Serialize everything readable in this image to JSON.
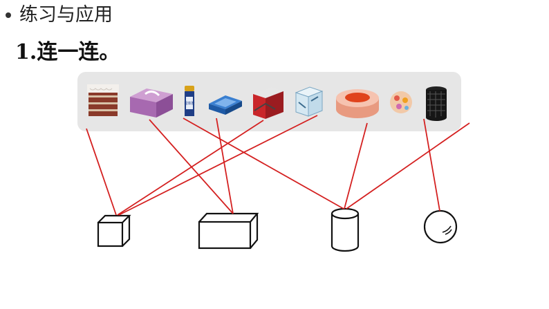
{
  "section": {
    "title": "练习与应用"
  },
  "exercise": {
    "title": "1.连一连。"
  },
  "objects": [
    {
      "name": "layered-cake-icon"
    },
    {
      "name": "tissue-box-icon"
    },
    {
      "name": "glue-stick-icon",
      "label": "固体胶"
    },
    {
      "name": "pencil-box-icon"
    },
    {
      "name": "gift-box-icon"
    },
    {
      "name": "transparent-cube-box-icon"
    },
    {
      "name": "adhesive-tape-roll-icon"
    },
    {
      "name": "flower-ball-icon"
    },
    {
      "name": "pen-holder-icon"
    }
  ],
  "shapes": [
    {
      "name": "cube-shape-icon"
    },
    {
      "name": "cuboid-shape-icon"
    },
    {
      "name": "cylinder-shape-icon"
    },
    {
      "name": "sphere-shape-icon"
    }
  ],
  "line_color": "#d42020"
}
